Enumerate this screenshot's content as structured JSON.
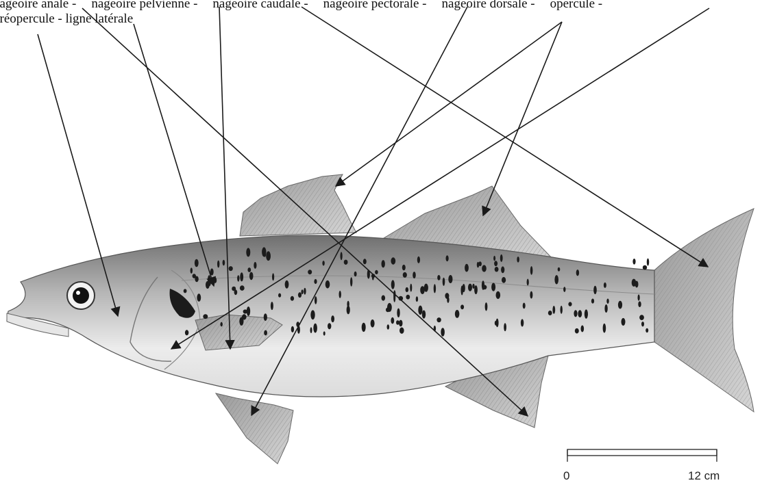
{
  "labels_row_1": [
    "nageoire anale -",
    "nageoire pelvienne -",
    "nageoire caudale -",
    "nageoire pectorale -",
    "nageoire dorsale -",
    "opercule -"
  ],
  "labels_row_2": "préopercule - ligne latérale",
  "scale_bar": {
    "start": "0",
    "end": "12 cm"
  },
  "colors": {
    "line": "#1a1a1a",
    "fish_shade": "#8a8a8a",
    "spots": "#1c1c1c"
  }
}
